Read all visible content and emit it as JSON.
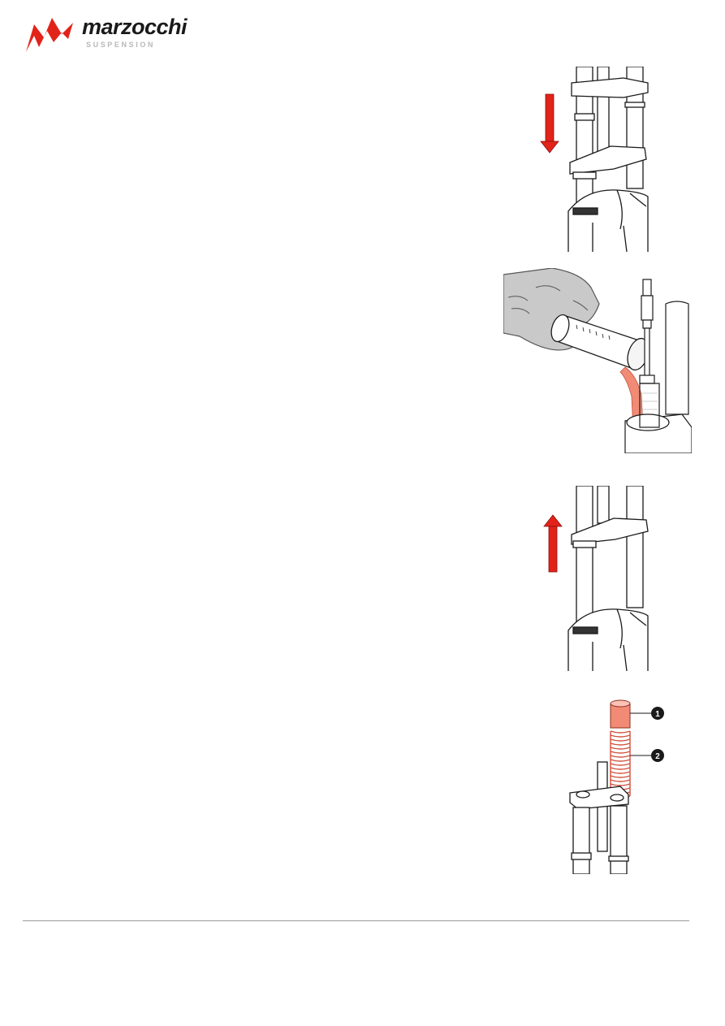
{
  "brand": {
    "name": "marzocchi",
    "tagline": "SUSPENSION",
    "accent": "#e2231a"
  },
  "figures": [
    {
      "name": "fork-compress-arrow-down",
      "arrow": "down"
    },
    {
      "name": "pour-oil-into-leg"
    },
    {
      "name": "fork-extend-arrow-up",
      "arrow": "up"
    },
    {
      "name": "spacer-and-spring",
      "callouts": [
        "1",
        "2"
      ]
    }
  ],
  "colors": {
    "oil": "#f28b76",
    "arrow": "#e2231a",
    "glove": "#c9c9c9"
  }
}
